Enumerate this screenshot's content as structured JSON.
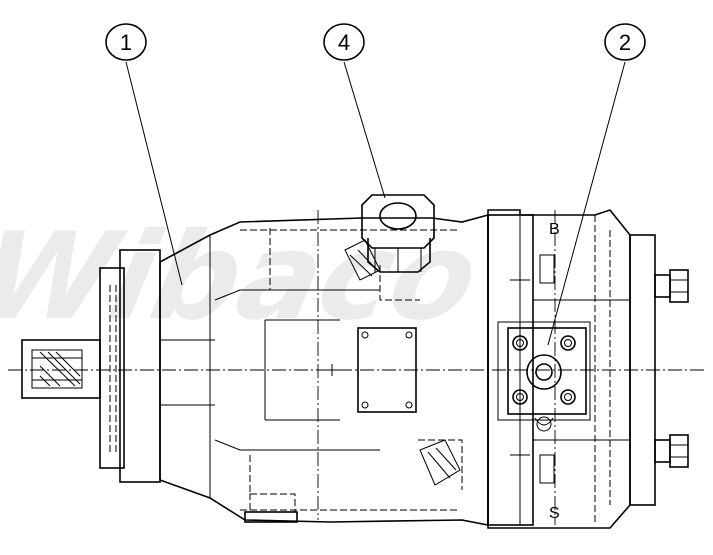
{
  "balloons": [
    {
      "id": "1",
      "label": "1"
    },
    {
      "id": "4",
      "label": "4"
    },
    {
      "id": "2",
      "label": "2"
    }
  ],
  "ports": {
    "b": "B",
    "s": "S"
  }
}
